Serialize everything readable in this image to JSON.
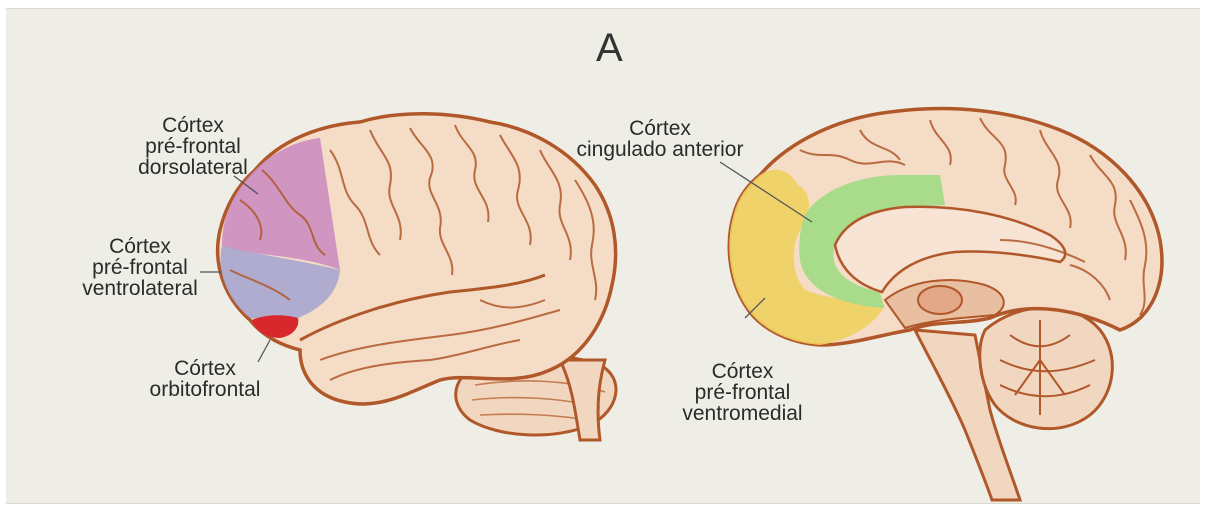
{
  "figure": {
    "panel_letter": "A",
    "labels": {
      "dorsolateral": [
        "Córtex",
        "pré-frontal",
        "dorsolateral"
      ],
      "ventrolateral": [
        "Córtex",
        "pré-frontal",
        "ventrolateral"
      ],
      "orbitofrontal": [
        "Córtex",
        "orbitofrontal"
      ],
      "cingulate": [
        "Córtex",
        "cingulado anterior"
      ],
      "ventromedial": [
        "Córtex",
        "pré-frontal",
        "ventromedial"
      ]
    },
    "colors": {
      "brain_fill": "#f4dcc6",
      "brain_outline": "#b0582a",
      "dorsolateral": "#c98ac0",
      "ventrolateral": "#a9a6cf",
      "orbitofrontal": "#d8282e",
      "cingulate": "#a8dc8a",
      "ventromedial": "#f0d060"
    }
  }
}
